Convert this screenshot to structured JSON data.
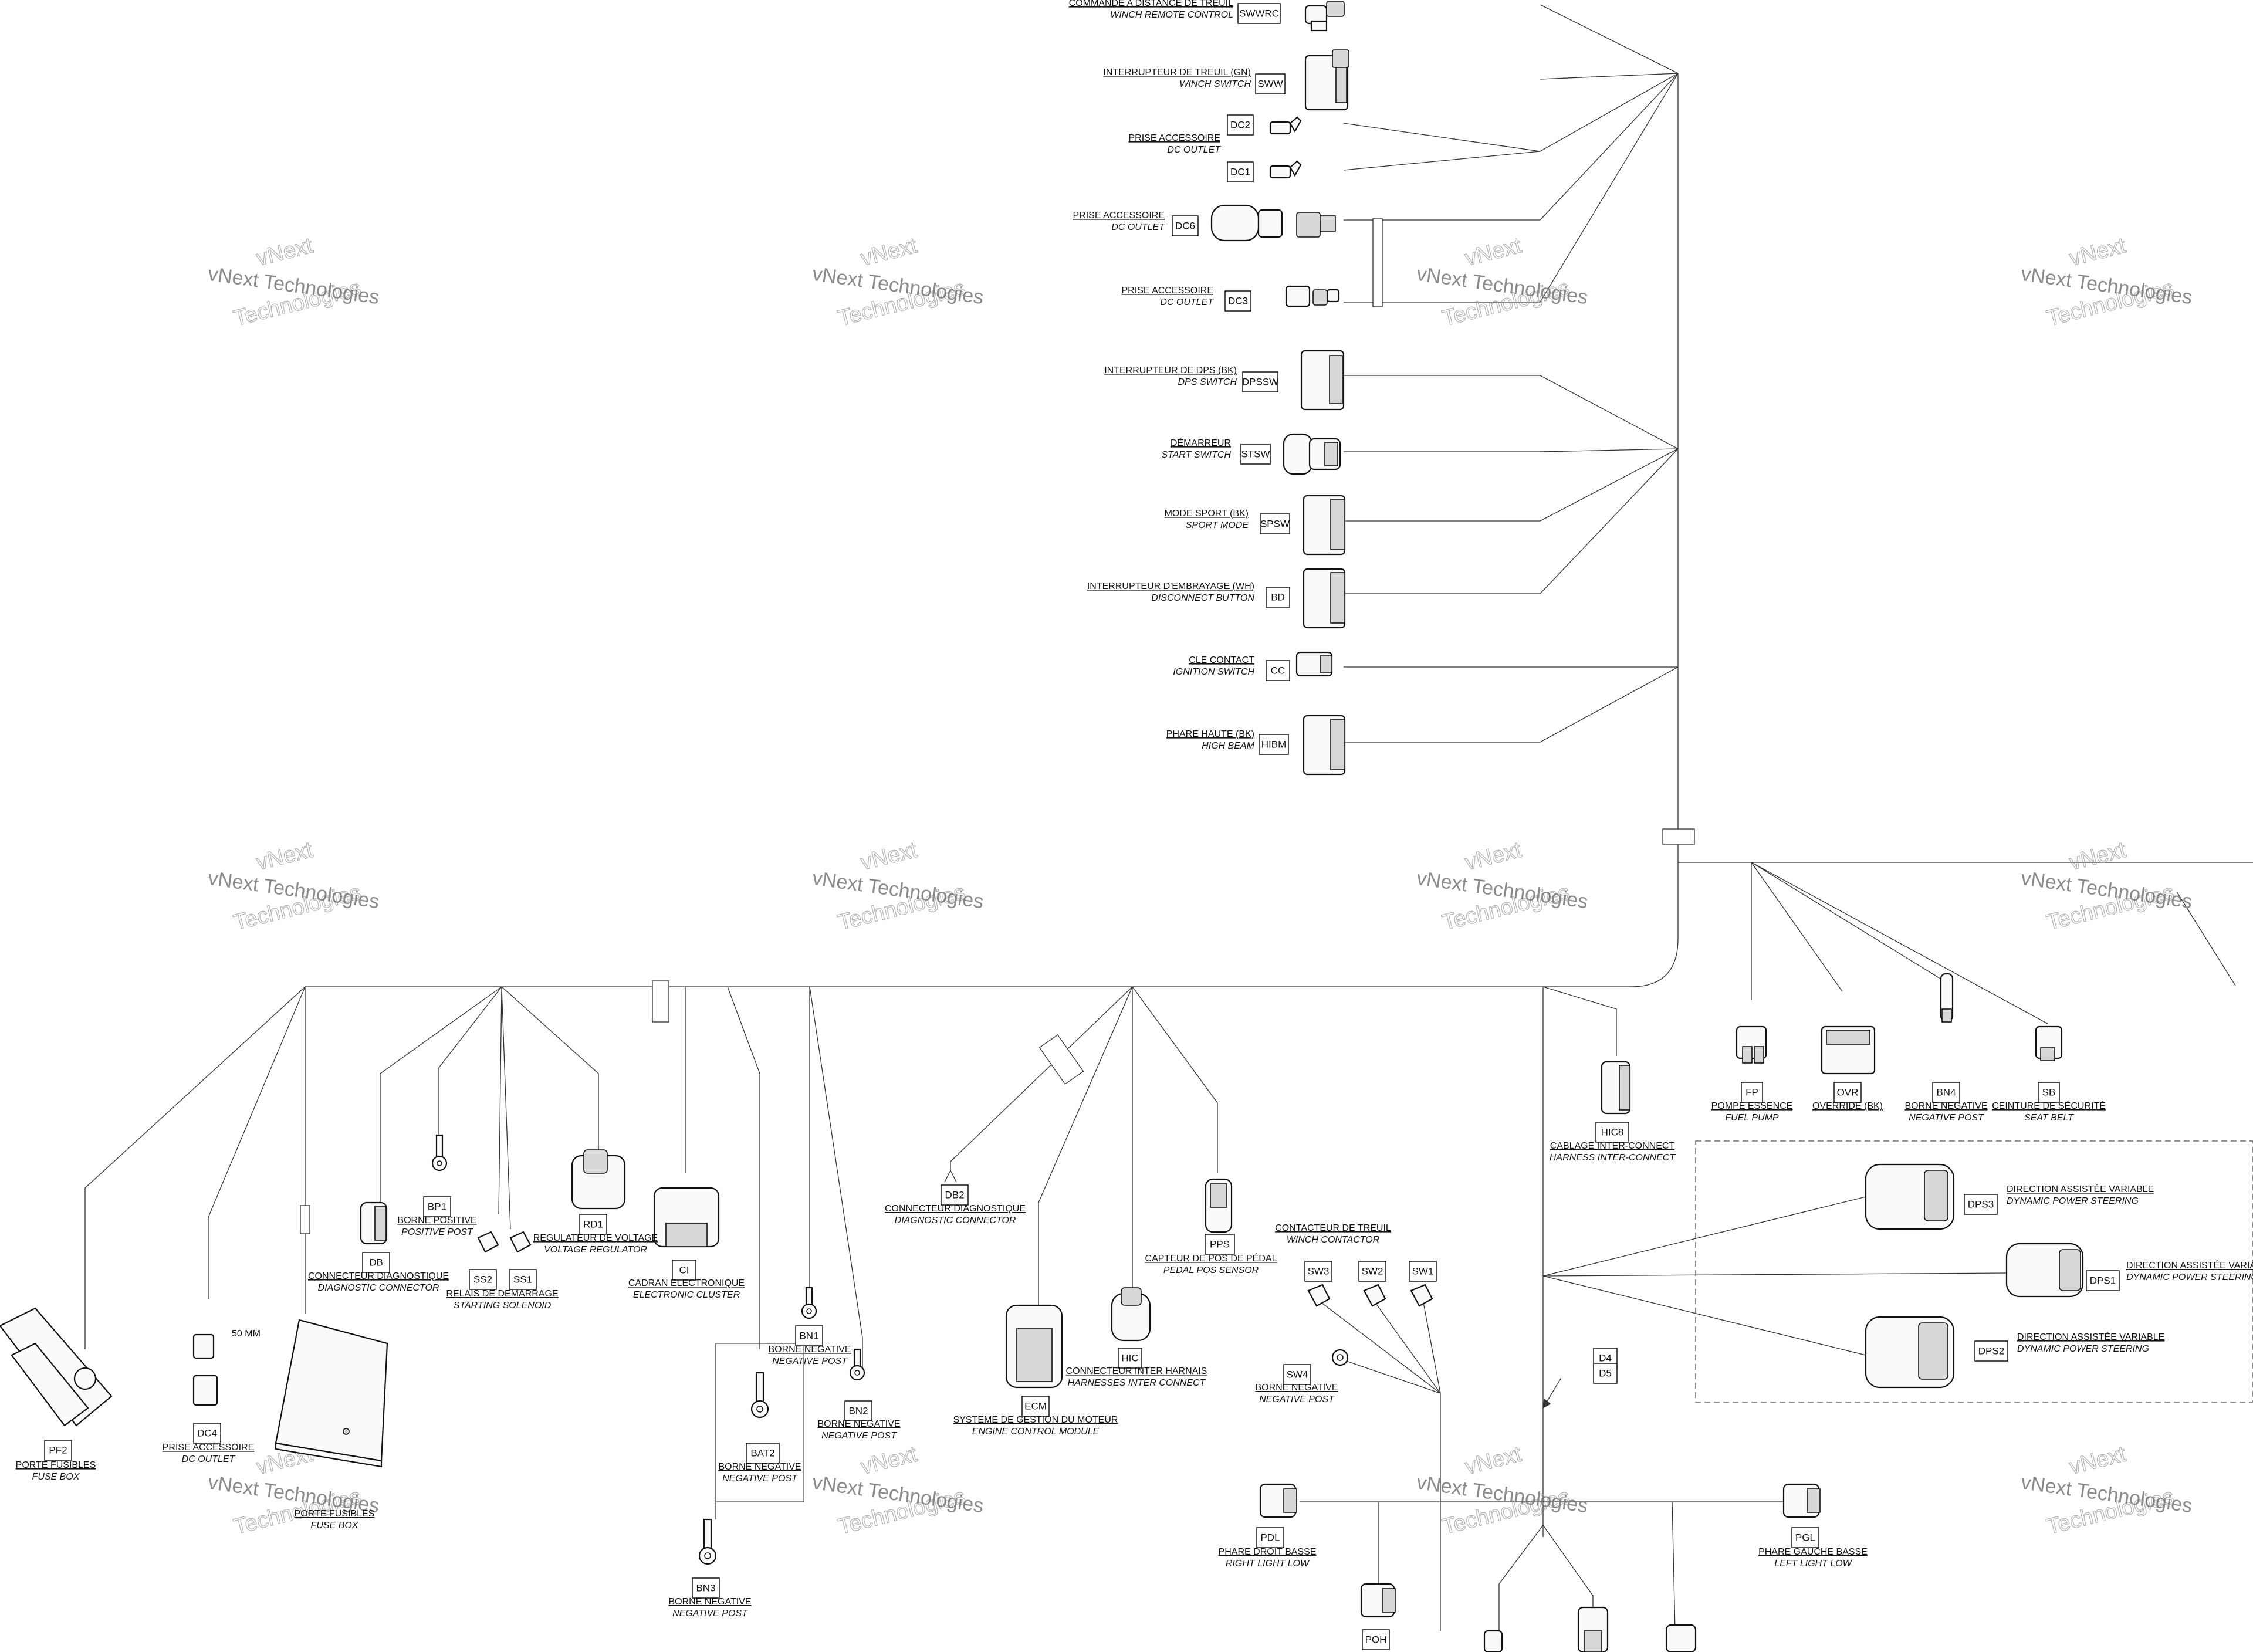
{
  "watermark": {
    "line1": "vNext",
    "line2": "Technologies",
    "full": "vNext Technologies"
  },
  "note_50mm": "50 MM",
  "connectors": [
    {
      "id": "SWWRC",
      "code": "SWWRC",
      "fr": "COMMANDE A DISTANCE DE TREUIL",
      "en": "WINCH REMOTE CONTROL"
    },
    {
      "id": "SWW",
      "code": "SWW",
      "fr": "INTERRUPTEUR DE TREUIL (GN)",
      "en": "WINCH SWITCH"
    },
    {
      "id": "DC2",
      "code": "DC2",
      "fr": "",
      "en": ""
    },
    {
      "id": "DC1",
      "code": "DC1",
      "fr": "PRISE ACCESSOIRE",
      "en": "DC OUTLET"
    },
    {
      "id": "DC6",
      "code": "DC6",
      "fr": "PRISE ACCESSOIRE",
      "en": "DC OUTLET"
    },
    {
      "id": "DC3",
      "code": "DC3",
      "fr": "PRISE ACCESSOIRE",
      "en": "DC OUTLET"
    },
    {
      "id": "DPSSW",
      "code": "DPSSW",
      "fr": "INTERRUPTEUR DE DPS (BK)",
      "en": "DPS SWITCH"
    },
    {
      "id": "STSW",
      "code": "STSW",
      "fr": "DÉMARREUR",
      "en": "START SWITCH"
    },
    {
      "id": "SPSW",
      "code": "SPSW",
      "fr": "MODE SPORT (BK)",
      "en": "SPORT MODE"
    },
    {
      "id": "BD",
      "code": "BD",
      "fr": "INTERRUPTEUR D'EMBRAYAGE (WH)",
      "en": "DISCONNECT BUTTON"
    },
    {
      "id": "CC",
      "code": "CC",
      "fr": "CLE CONTACT",
      "en": "IGNITION SWITCH"
    },
    {
      "id": "HIBM",
      "code": "HIBM",
      "fr": "PHARE HAUTE (BK)",
      "en": "HIGH BEAM"
    },
    {
      "id": "FP",
      "code": "FP",
      "fr": "POMPE ESSENCE",
      "en": "FUEL PUMP"
    },
    {
      "id": "OVR",
      "code": "OVR",
      "fr": "OVERRIDE (BK)",
      "en": ""
    },
    {
      "id": "BN4",
      "code": "BN4",
      "fr": "BORNE NEGATIVE",
      "en": "NEGATIVE POST"
    },
    {
      "id": "SB",
      "code": "SB",
      "fr": "CEINTURE DE SÉCURITÉ",
      "en": "SEAT BELT"
    },
    {
      "id": "HIC8",
      "code": "HIC8",
      "fr": "CABLAGE INTER-CONNECT",
      "en": "HARNESS INTER-CONNECT"
    },
    {
      "id": "DPS3",
      "code": "DPS3",
      "fr": "DIRECTION ASSISTÉE VARIABLE",
      "en": "DYNAMIC POWER STEERING"
    },
    {
      "id": "DPS1",
      "code": "DPS1",
      "fr": "DIRECTION ASSISTÉE VARIABLE",
      "en": "DYNAMIC POWER STEERING"
    },
    {
      "id": "DPS2",
      "code": "DPS2",
      "fr": "DIRECTION ASSISTÉE VARIABLE",
      "en": "DYNAMIC POWER STEERING"
    },
    {
      "id": "WC",
      "code": "",
      "fr": "CONTACTEUR DE TREUIL",
      "en": "WINCH CONTACTOR"
    },
    {
      "id": "SW3",
      "code": "SW3",
      "fr": "",
      "en": ""
    },
    {
      "id": "SW2",
      "code": "SW2",
      "fr": "",
      "en": ""
    },
    {
      "id": "SW1",
      "code": "SW1",
      "fr": "",
      "en": ""
    },
    {
      "id": "SW4",
      "code": "SW4",
      "fr": "BORNE NEGATIVE",
      "en": "NEGATIVE POST"
    },
    {
      "id": "D4",
      "code": "D4",
      "fr": "",
      "en": ""
    },
    {
      "id": "D5",
      "code": "D5",
      "fr": "",
      "en": ""
    },
    {
      "id": "PDL",
      "code": "PDL",
      "fr": "PHARE DROIT BASSE",
      "en": "RIGHT LIGHT LOW"
    },
    {
      "id": "PGL",
      "code": "PGL",
      "fr": "PHARE GAUCHE BASSE",
      "en": "LEFT LIGHT LOW"
    },
    {
      "id": "POH",
      "code": "POH",
      "fr": "",
      "en": ""
    },
    {
      "id": "PF2",
      "code": "PF2",
      "fr": "PORTE FUSIBLES",
      "en": "FUSE BOX"
    },
    {
      "id": "DC4",
      "code": "DC4",
      "fr": "PRISE ACCESSOIRE",
      "en": "DC OUTLET"
    },
    {
      "id": "PF",
      "code": "",
      "fr": "PORTE FUSIBLES",
      "en": "FUSE BOX"
    },
    {
      "id": "DB",
      "code": "DB",
      "fr": "CONNECTEUR DIAGNOSTIQUE",
      "en": "DIAGNOSTIC CONNECTOR"
    },
    {
      "id": "BP1",
      "code": "BP1",
      "fr": "BORNE POSITIVE",
      "en": "POSITIVE POST"
    },
    {
      "id": "SS2",
      "code": "SS2",
      "fr": "",
      "en": ""
    },
    {
      "id": "SS1",
      "code": "SS1",
      "fr": "RELAIS DE DEMARRAGE",
      "en": "STARTING SOLENOID"
    },
    {
      "id": "RD1",
      "code": "RD1",
      "fr": "REGULATEUR DE VOLTAGE",
      "en": "VOLTAGE REGULATOR"
    },
    {
      "id": "CI",
      "code": "CI",
      "fr": "CADRAN ELECTRONIQUE",
      "en": "ELECTRONIC CLUSTER"
    },
    {
      "id": "BN1",
      "code": "BN1",
      "fr": "BORNE NEGATIVE",
      "en": "NEGATIVE POST"
    },
    {
      "id": "BN2",
      "code": "BN2",
      "fr": "BORNE NEGATIVE",
      "en": "NEGATIVE POST"
    },
    {
      "id": "BAT2",
      "code": "BAT2",
      "fr": "BORNE NEGATIVE",
      "en": "NEGATIVE POST"
    },
    {
      "id": "BN3",
      "code": "BN3",
      "fr": "BORNE NEGATIVE",
      "en": "NEGATIVE POST"
    },
    {
      "id": "DB2",
      "code": "DB2",
      "fr": "CONNECTEUR DIAGNOSTIQUE",
      "en": "DIAGNOSTIC CONNECTOR"
    },
    {
      "id": "ECM",
      "code": "ECM",
      "fr": "SYSTEME DE GESTION DU MOTEUR",
      "en": "ENGINE CONTROL MODULE"
    },
    {
      "id": "HIC",
      "code": "HIC",
      "fr": "CONNECTEUR INTER HARNAIS",
      "en": "HARNESSES INTER CONNECT"
    },
    {
      "id": "PPS",
      "code": "PPS",
      "fr": "CAPTEUR DE POS DE PÉDAL",
      "en": "PEDAL POS SENSOR"
    }
  ]
}
